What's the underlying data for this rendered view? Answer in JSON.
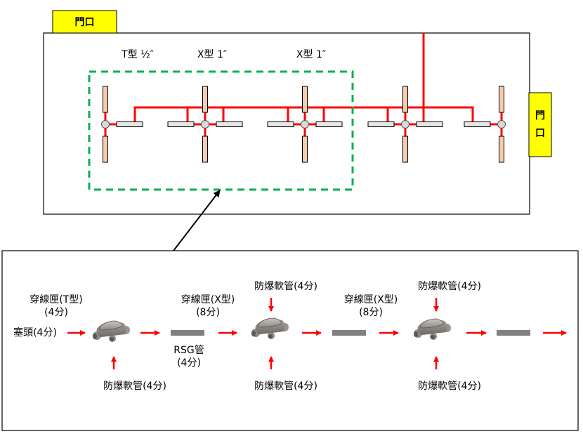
{
  "plan": {
    "door_top_label": "門口",
    "door_right_label_chars": [
      "門",
      "口"
    ],
    "fitting_labels": [
      {
        "text": "T型 ½″"
      },
      {
        "text": "X型 1″"
      },
      {
        "text": "X型 1″"
      }
    ],
    "colors": {
      "conduit_red": "#ff0000",
      "door_yellow": "#ffff00",
      "highlight_green": "#00b050",
      "fixture_peach": "#f8cbad",
      "box_grey": "#e6e6e6",
      "junction_grey": "#d9d9d9",
      "pipe_grey": "#808080"
    },
    "fittings_count": 5
  },
  "detail": {
    "labels": {
      "plug": "塞頭(4分)",
      "t_box_line1": "穿線匣(T型)",
      "t_box_line2": "(4分)",
      "x_box1_line1": "穿線匣(X型)",
      "x_box1_line2": "(8分)",
      "x_box2_line1": "穿線匣(X型)",
      "x_box2_line2": "(8分)",
      "rsg_line1": "RSG管",
      "rsg_line2": "(4分)",
      "flex_bottom_1": "防爆軟管(4分)",
      "flex_top_2": "防爆軟管(4分)",
      "flex_bottom_2": "防爆軟管(4分)",
      "flex_top_3": "防爆軟管(4分)",
      "flex_bottom_3": "防爆軟管(4分)"
    }
  }
}
